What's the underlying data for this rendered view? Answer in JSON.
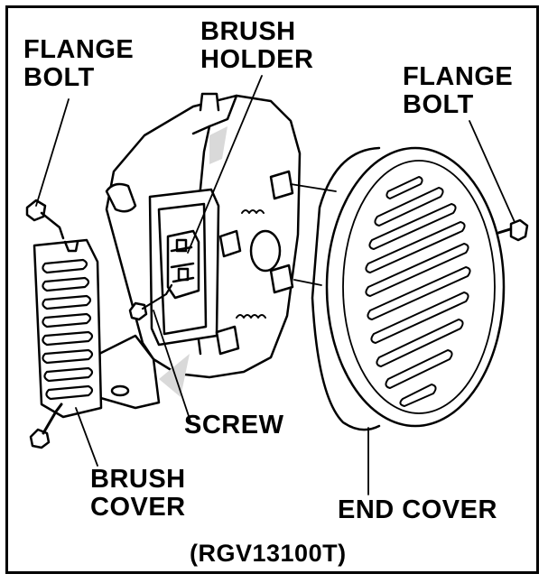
{
  "labels": {
    "flange_bolt_left": [
      "FLANGE",
      "BOLT"
    ],
    "brush_holder": [
      "BRUSH",
      "HOLDER"
    ],
    "flange_bolt_right": [
      "FLANGE",
      "BOLT"
    ],
    "screw": "SCREW",
    "brush_cover": [
      "BRUSH",
      "COVER"
    ],
    "end_cover": "END COVER",
    "model": "(RGV13100T)"
  },
  "colors": {
    "ink": "#000000",
    "paper": "#ffffff",
    "shade": "#d9d9d9"
  }
}
